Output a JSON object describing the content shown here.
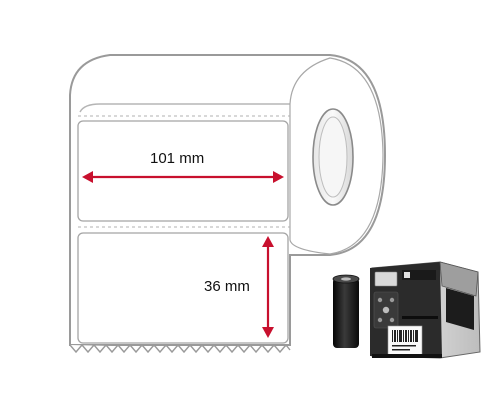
{
  "product": {
    "label_width": "101 mm",
    "label_height": "36 mm"
  },
  "colors": {
    "dimension_arrow": "#c8102e",
    "roll_outline": "#9a9a9a",
    "ribbon": "#1a1a1a",
    "printer_body": "#2b2b2b",
    "printer_panel": "#d9d9d9"
  },
  "icons": {
    "roll": "label-roll-illustration",
    "ribbon": "ribbon-roll-illustration",
    "printer": "label-printer-illustration"
  }
}
